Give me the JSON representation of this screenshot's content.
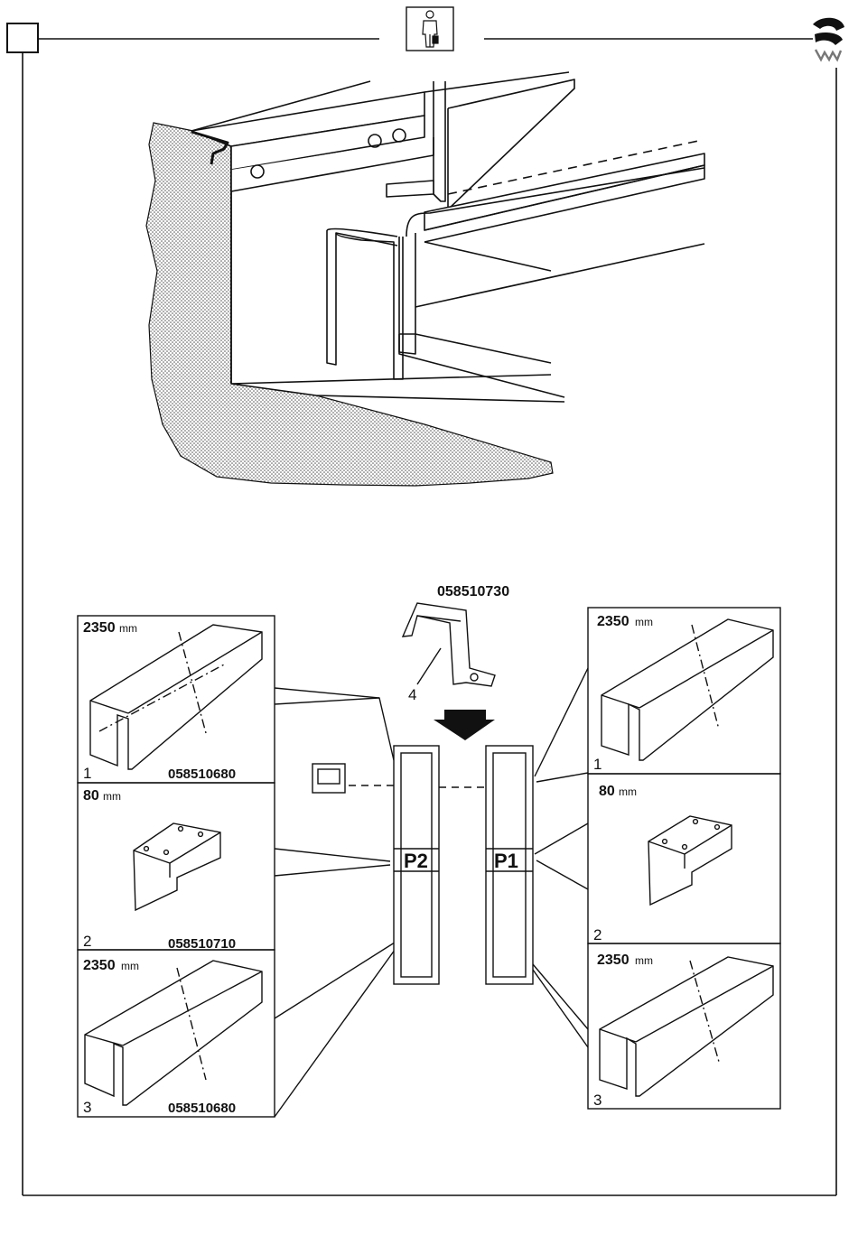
{
  "diagram": {
    "part_top_code": "058510730",
    "part_top_number": "4",
    "left_column": {
      "panel1": {
        "length": "2350",
        "unit": "mm",
        "number": "1",
        "code": "058510680"
      },
      "panel2": {
        "length": "80",
        "unit": "mm",
        "number": "2",
        "code": "058510710"
      },
      "panel3": {
        "length": "2350",
        "unit": "mm",
        "number": "3",
        "code": "058510680"
      }
    },
    "right_column": {
      "panel1": {
        "length": "2350",
        "unit": "mm",
        "number": "1"
      },
      "panel2": {
        "length": "80",
        "unit": "mm",
        "number": "2"
      },
      "panel3": {
        "length": "2350",
        "unit": "mm",
        "number": "3"
      }
    },
    "post_left_label": "P2",
    "post_right_label": "P1"
  },
  "icons": [
    "person-icon",
    "fan-logo-icon",
    "down-arrow-icon"
  ]
}
